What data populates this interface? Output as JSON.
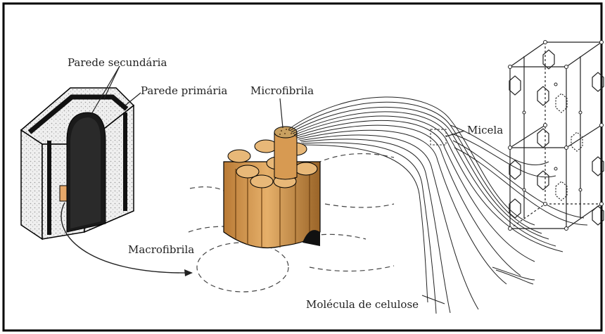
{
  "labels": {
    "parede_secundaria": "Parede secundária",
    "parede_primaria": "Parede primária",
    "microfibrila": "Microfibrila",
    "micela": "Micela",
    "macrofibrila": "Macrofibrila",
    "molecula_celulose": "Molécula de celulose"
  },
  "colors": {
    "frame": "#000000",
    "fiber_fill": "#d9a15a",
    "fiber_shadow": "#8a5a22",
    "wall_dark": "#1a1a1a",
    "speckle": "#b8b8b8",
    "line": "#222222"
  }
}
